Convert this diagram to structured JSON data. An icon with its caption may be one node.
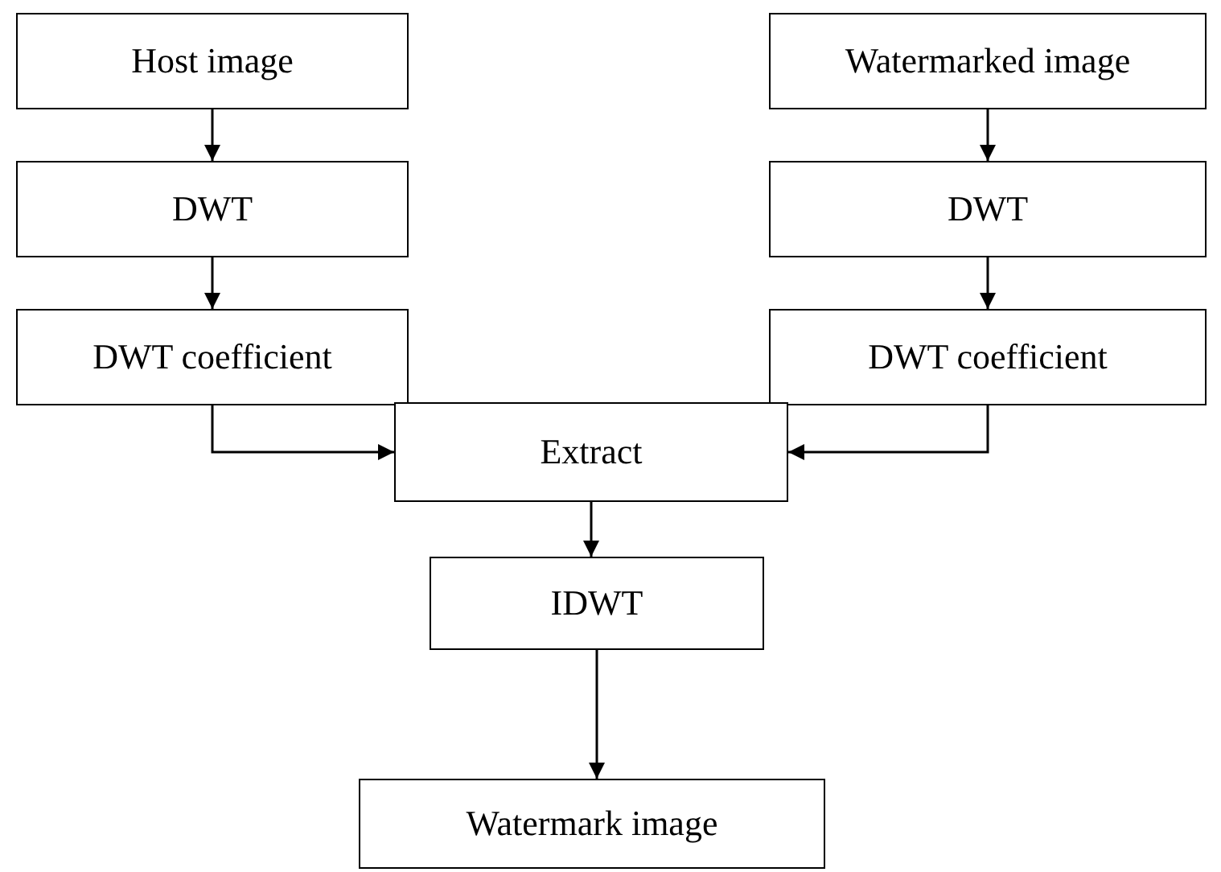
{
  "diagram": {
    "nodes": [
      {
        "text": [
          "Host image"
        ]
      },
      {
        "text": [
          "DWT"
        ]
      },
      {
        "text": [
          "DWT coefficient"
        ]
      },
      {
        "text": [
          "Watermarked image"
        ]
      },
      {
        "text": [
          "DWT"
        ]
      },
      {
        "text": [
          "DWT coefficient"
        ]
      },
      {
        "text": [
          "Extract"
        ]
      },
      {
        "text": [
          "IDWT"
        ]
      },
      {
        "text": [
          "Watermark image"
        ]
      }
    ],
    "edges": [
      {
        "from": 0,
        "to": 1,
        "arrow": "to"
      },
      {
        "from": 1,
        "to": 2,
        "arrow": "to"
      },
      {
        "from": 3,
        "to": 4,
        "arrow": "to"
      },
      {
        "from": 4,
        "to": 5,
        "arrow": "to"
      },
      {
        "from": 2,
        "to": 6,
        "arrow": "to"
      },
      {
        "from": 5,
        "to": 6,
        "arrow": "to"
      },
      {
        "from": 6,
        "to": 7,
        "arrow": "to"
      },
      {
        "from": 7,
        "to": 8,
        "arrow": "to"
      }
    ]
  }
}
